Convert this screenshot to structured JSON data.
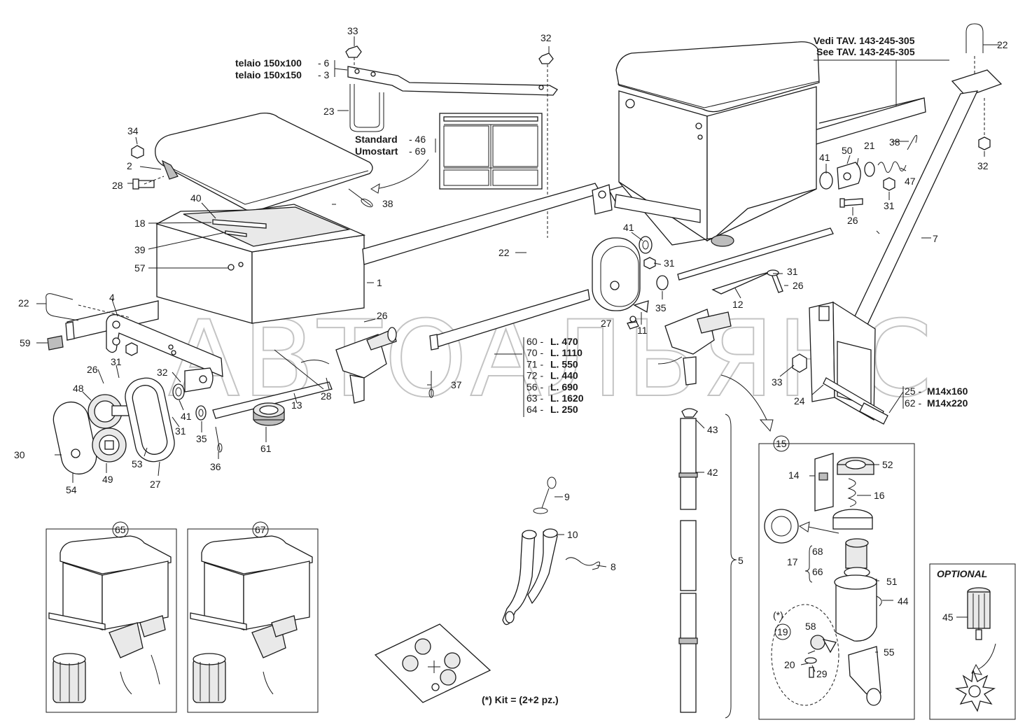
{
  "watermark": "АВТОАЛЬЯНС",
  "notes": {
    "vedi": "Vedi TAV. 143-245-305",
    "see": "See TAV. 143-245-305",
    "telaio_a": "telaio 150x100",
    "telaio_a_num": "- 6",
    "telaio_b": "telaio 150x150",
    "telaio_b_num": "- 3",
    "standard": "Standard",
    "standard_num": "- 46",
    "umostart": "Umostart",
    "umostart_num": "- 69",
    "kit": "(*) Kit = (2+2 pz.)",
    "optional": "OPTIONAL",
    "bolt_a": "25 - M14x160",
    "bolt_b": "62 - M14x220"
  },
  "lengths": [
    {
      "code": "60",
      "len": "L. 470"
    },
    {
      "code": "70",
      "len": "L. 1110"
    },
    {
      "code": "71",
      "len": "L. 550"
    },
    {
      "code": "72",
      "len": "L. 440"
    },
    {
      "code": "56",
      "len": "L. 690"
    },
    {
      "code": "63",
      "len": "L. 1620"
    },
    {
      "code": "64",
      "len": "L. 250"
    }
  ],
  "callouts": {
    "c1": "1",
    "c2": "2",
    "c4": "4",
    "c5": "5",
    "c7": "7",
    "c8": "8",
    "c9": "9",
    "c10": "10",
    "c11": "11",
    "c12": "12",
    "c13": "13",
    "c14": "14",
    "c15": "15",
    "c16": "16",
    "c17": "17",
    "c18": "18",
    "c19": "19",
    "c19s": "(*)",
    "c20": "20",
    "c21": "21",
    "c22a": "22",
    "c22b": "22",
    "c22c": "22",
    "c23": "23",
    "c24": "24",
    "c26a": "26",
    "c26b": "26",
    "c26c": "26",
    "c26d": "26",
    "c27a": "27",
    "c27b": "27",
    "c28a": "28",
    "c28b": "28",
    "c29": "29",
    "c30": "30",
    "c31a": "31",
    "c31b": "31",
    "c31c": "31",
    "c31d": "31",
    "c31e": "31",
    "c32a": "32",
    "c32b": "32",
    "c32c": "32",
    "c33a": "33",
    "c33b": "33",
    "c34": "34",
    "c35a": "35",
    "c35b": "35",
    "c36": "36",
    "c37": "37",
    "c38a": "38",
    "c38b": "38",
    "c39": "39",
    "c40": "40",
    "c41a": "41",
    "c41b": "41",
    "c41c": "41",
    "c42": "42",
    "c43": "43",
    "c44": "44",
    "c45": "45",
    "c47": "47",
    "c48": "48",
    "c49": "49",
    "c50": "50",
    "c51": "51",
    "c52": "52",
    "c53": "53",
    "c54": "54",
    "c55": "55",
    "c57": "57",
    "c58": "58",
    "c59": "59",
    "c61": "61",
    "c65": "65",
    "c66": "66",
    "c67": "67",
    "c68": "68"
  }
}
